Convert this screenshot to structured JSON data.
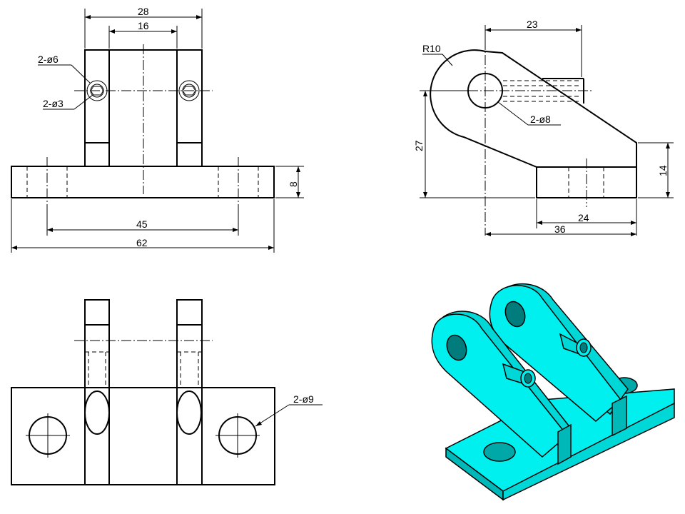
{
  "front_view": {
    "dims": {
      "width_top": "28",
      "inner_width": "16",
      "hole6": "2-ø6",
      "hole3": "2-ø3",
      "base_height": "8",
      "hole_spacing": "45",
      "base_length": "62"
    }
  },
  "side_view": {
    "dims": {
      "offset": "23",
      "radius": "R10",
      "hole8": "2-ø8",
      "height": "27",
      "foot_height": "14",
      "foot_width": "24",
      "total_width": "36"
    }
  },
  "top_view": {
    "dims": {
      "hole9": "2-ø9"
    }
  },
  "colors": {
    "line": "#000000",
    "model_face": "#00f0f0",
    "model_side": "#00b8b8"
  }
}
